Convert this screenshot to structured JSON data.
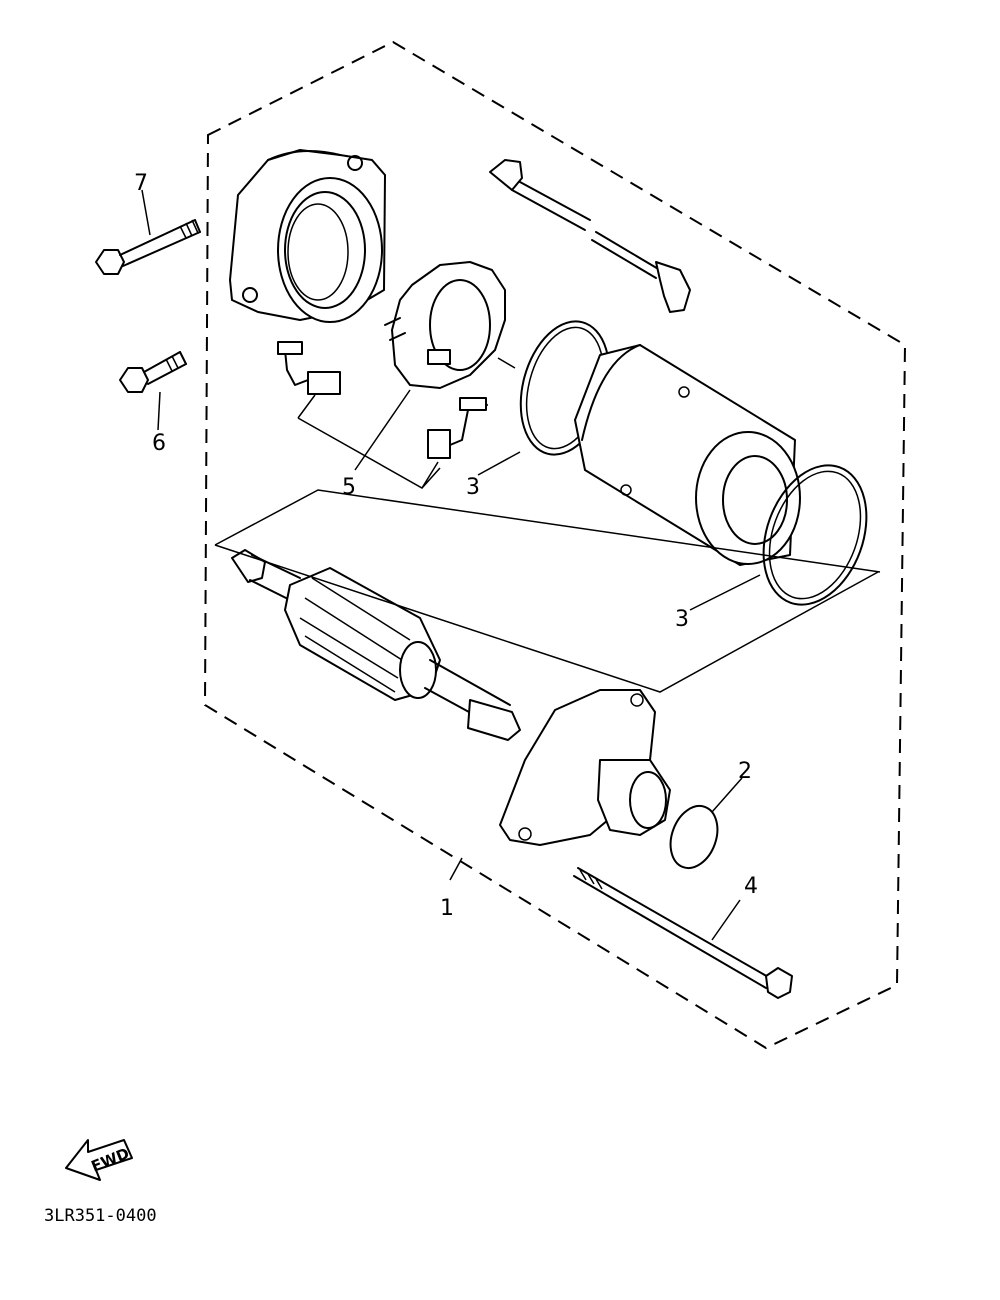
{
  "callouts": [
    {
      "id": "1",
      "label": "1"
    },
    {
      "id": "2",
      "label": "2"
    },
    {
      "id": "3a",
      "label": "3"
    },
    {
      "id": "3b",
      "label": "3"
    },
    {
      "id": "4",
      "label": "4"
    },
    {
      "id": "5",
      "label": "5"
    },
    {
      "id": "6",
      "label": "6"
    },
    {
      "id": "7",
      "label": "7"
    }
  ],
  "fwd_label": "FWD",
  "diagram_code": "3LR351-0400"
}
